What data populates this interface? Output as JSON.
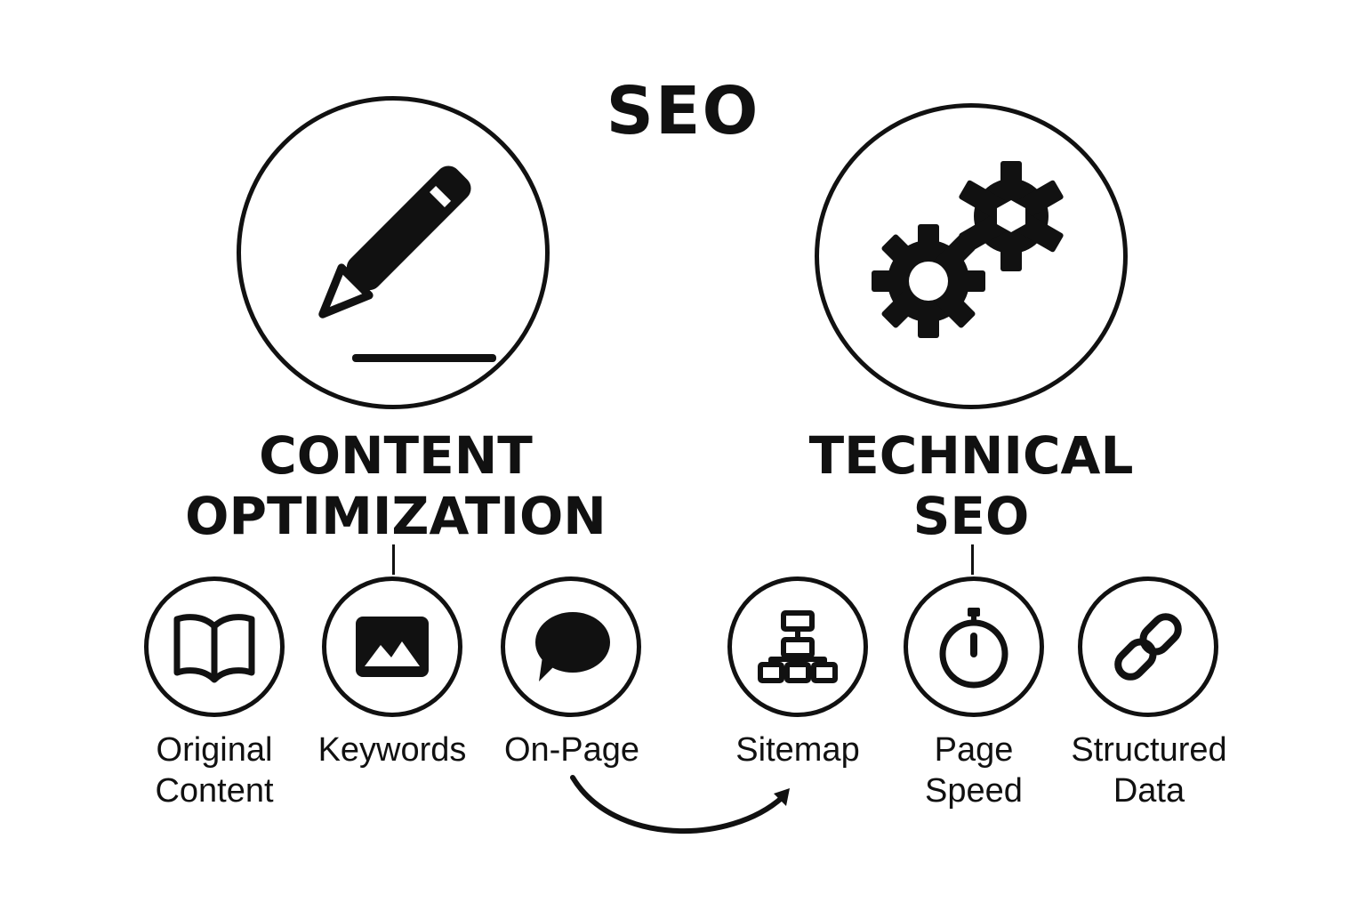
{
  "title": "SEO",
  "content": {
    "label_line1": "CONTENT",
    "label_line2": "OPTIMIZATION",
    "icon": "pencil-icon",
    "items": [
      {
        "line1": "Original",
        "line2": "Content",
        "icon": "book-icon"
      },
      {
        "line1": "Keywords",
        "line2": "",
        "icon": "image-icon"
      },
      {
        "line1": "On-Page",
        "line2": "",
        "icon": "speech-bubble-icon"
      }
    ]
  },
  "technical": {
    "label_line1": "TECHNICAL",
    "label_line2": "SEO",
    "icon": "gears-icon",
    "items": [
      {
        "line1": "Sitemap",
        "line2": "",
        "icon": "sitemap-icon"
      },
      {
        "line1": "Page",
        "line2": "Speed",
        "icon": "stopwatch-icon"
      },
      {
        "line1": "Structured",
        "line2": "Data",
        "icon": "link-icon"
      }
    ]
  },
  "colors": {
    "ink": "#111111",
    "background": "#ffffff"
  }
}
